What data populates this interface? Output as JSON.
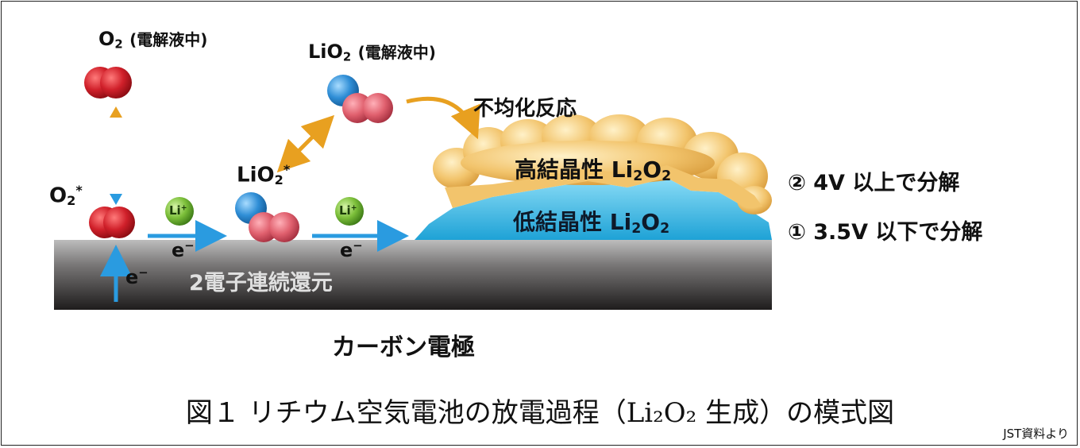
{
  "labels": {
    "o2_solution": {
      "species": "O",
      "sub": "2",
      "note": "(電解液中)"
    },
    "lio2_solution": {
      "species": "LiO",
      "sub": "2",
      "note": "(電解液中)"
    },
    "disproportionation": "不均化反応",
    "o2_adsorbed": {
      "species": "O",
      "sub": "2",
      "mark": "*"
    },
    "lio2_adsorbed": {
      "species": "LiO",
      "sub": "2",
      "mark": "*"
    },
    "li_ion": {
      "base": "Li",
      "charge": "+"
    },
    "electron": {
      "base": "e",
      "charge": "−"
    },
    "high_crystallinity": {
      "text": "高結晶性 Li",
      "sub1": "2",
      "mid": "O",
      "sub2": "2"
    },
    "low_crystallinity": {
      "text": "低結晶性 Li",
      "sub1": "2",
      "mid": "O",
      "sub2": "2"
    },
    "two_electron_reduction": "2電子連続還元",
    "decompose_high": "② 4V 以上で分解",
    "decompose_low": "① 3.5V 以下で分解",
    "carbon_electrode": "カーボン電極"
  },
  "caption": "図１ リチウム空気電池の放電過程（Li₂O₂ 生成）の模式図",
  "source": "JST資料より",
  "colors": {
    "oxygen": "#d0202a",
    "lithium": "#2f8ed6",
    "lithium_ion": "#7cbf3a",
    "arrow_blue": "#2a9be0",
    "arrow_orange": "#e8a020",
    "high_crystal": "#f0c870",
    "low_crystal": "#3ab6e2",
    "electrode_dark": "#2a2828"
  }
}
